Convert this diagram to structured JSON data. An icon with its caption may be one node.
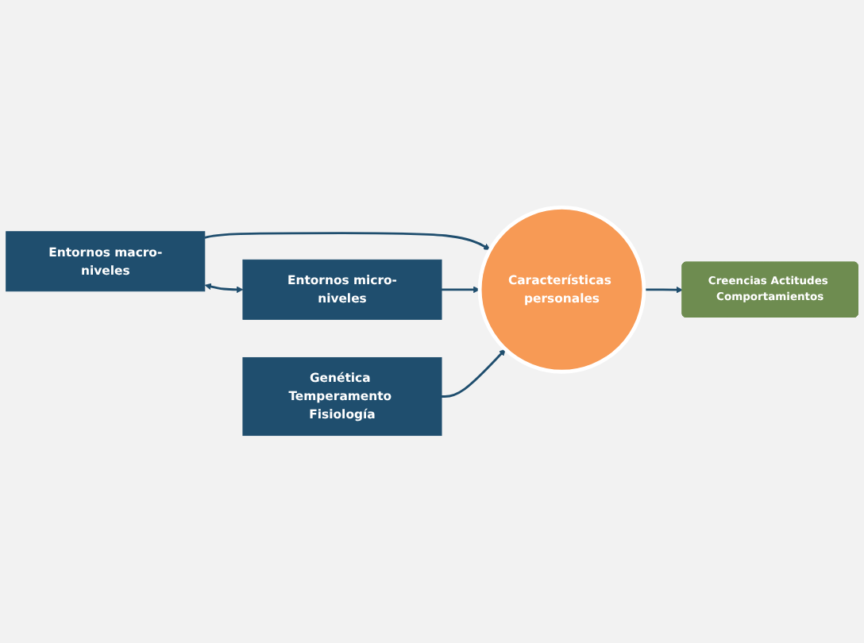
{
  "diagram": {
    "nodes": [
      {
        "text": [
          "Entornos macro-niveles"
        ]
      },
      {
        "text": [
          "Entornos micro-niveles"
        ]
      },
      {
        "text": [
          "Características personales"
        ]
      },
      {
        "text": [
          "Creencias Actitudes Comportamientos"
        ]
      },
      {
        "text": [
          "Genética Temperamento Fisiología"
        ]
      }
    ],
    "edges": [
      {
        "from": 0,
        "to": 2,
        "arrow": "to"
      },
      {
        "from": 0,
        "to": 1,
        "arrow": "both"
      },
      {
        "from": 1,
        "to": 2,
        "arrow": "to"
      },
      {
        "from": 4,
        "to": 2,
        "arrow": "to"
      },
      {
        "from": 2,
        "to": 3,
        "arrow": "to"
      }
    ]
  }
}
